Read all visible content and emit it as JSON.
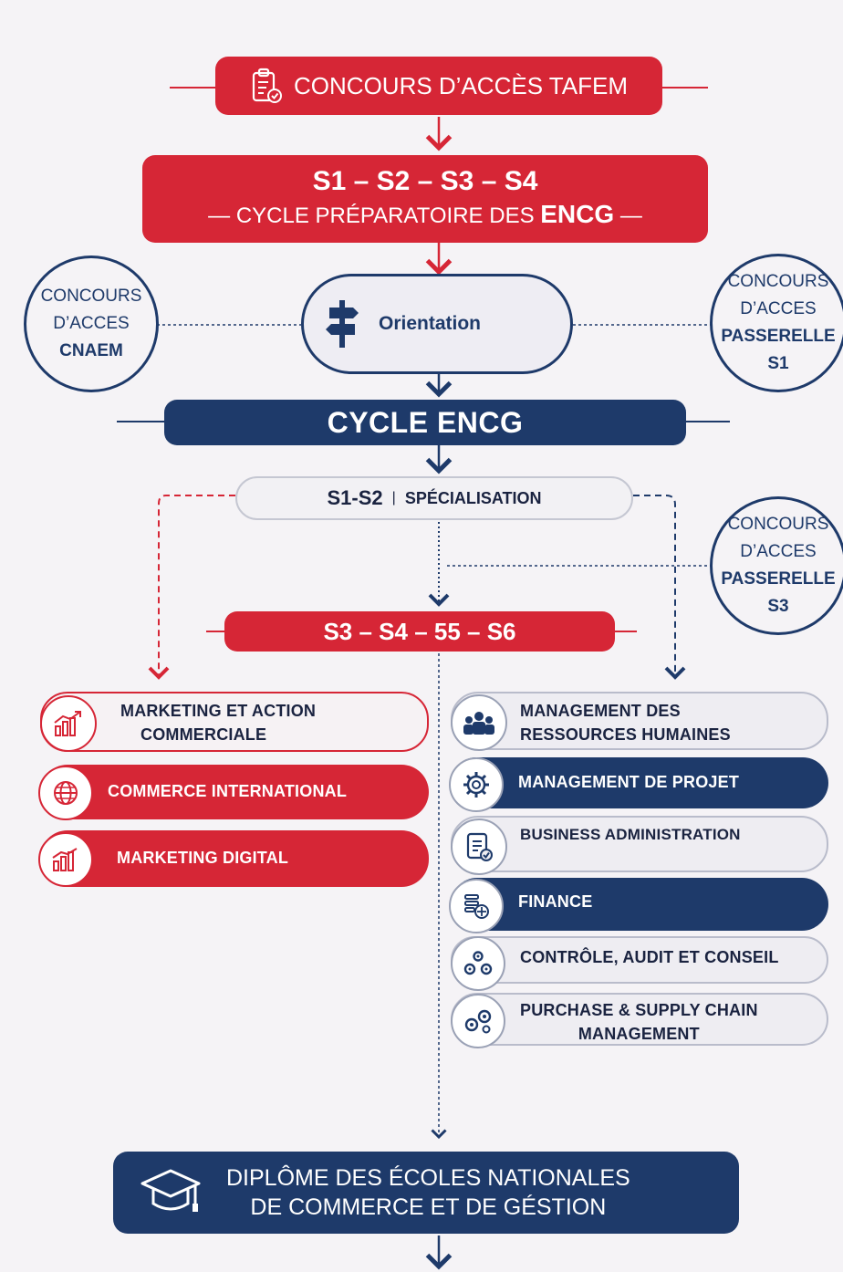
{
  "header": {
    "title": "CONCOURS D’ACCÈS TAFEM"
  },
  "prep": {
    "semesters": "S1 – S2 – S3 – S4",
    "cycle_prefix": "— CYCLE PRÉPARATOIRE DES ",
    "cycle_strong": "ENCG",
    "cycle_suffix": " —"
  },
  "orientation": {
    "label": "Orientation"
  },
  "left_circle": {
    "line1": "CONCOURS",
    "line2": "D’ACCES",
    "line3": "CNAEM"
  },
  "right_circle_1": {
    "line1": "CONCOURS",
    "line2": "D’ACCES",
    "line3": "PASSERELLE",
    "line4": "S1"
  },
  "cycle_encg": {
    "title": "CYCLE ENCG"
  },
  "specialisation": {
    "sem": "S1-S2",
    "sep": "|",
    "label": "SPÉCIALISATION"
  },
  "right_circle_2": {
    "line1": "CONCOURS",
    "line2": "D’ACCES",
    "line3": "PASSERELLE",
    "line4": "S3"
  },
  "advanced": {
    "semesters": "S3 – S4 – 55 – S6"
  },
  "left_tracks": [
    {
      "line1": "MARKETING ET ACTION",
      "line2": "COMMERCIALE",
      "icon": "chart-growth-icon"
    },
    {
      "line1": "COMMERCE INTERNATIONAL",
      "icon": "globe-icon"
    },
    {
      "line1": "MARKETING DIGITAL",
      "icon": "bar-chart-icon"
    }
  ],
  "right_tracks": [
    {
      "line1": "MANAGEMENT DES",
      "line2": "RESSOURCES HUMAINES",
      "icon": "people-icon"
    },
    {
      "line1": "MANAGEMENT DE PROJET",
      "icon": "gear-icon"
    },
    {
      "line1": "BUSINESS ADMINISTRATION",
      "icon": "clipboard-check-icon"
    },
    {
      "line1": "FINANCE",
      "icon": "finance-icon"
    },
    {
      "line1": "CONTRÔLE, AUDIT ET CONSEIL",
      "icon": "gears-icon"
    },
    {
      "line1": "PURCHASE & SUPPLY CHAIN",
      "line2": "MANAGEMENT",
      "icon": "supply-gears-icon"
    }
  ],
  "diploma": {
    "line1": "DIPLÔME DES ÉCOLES NATIONALES",
    "line2": "DE COMMERCE ET DE GÉSTION",
    "icon": "graduation-cap-icon"
  },
  "colors": {
    "red": "#d62636",
    "navy": "#1e3a6a",
    "background": "#f5f3f6"
  }
}
